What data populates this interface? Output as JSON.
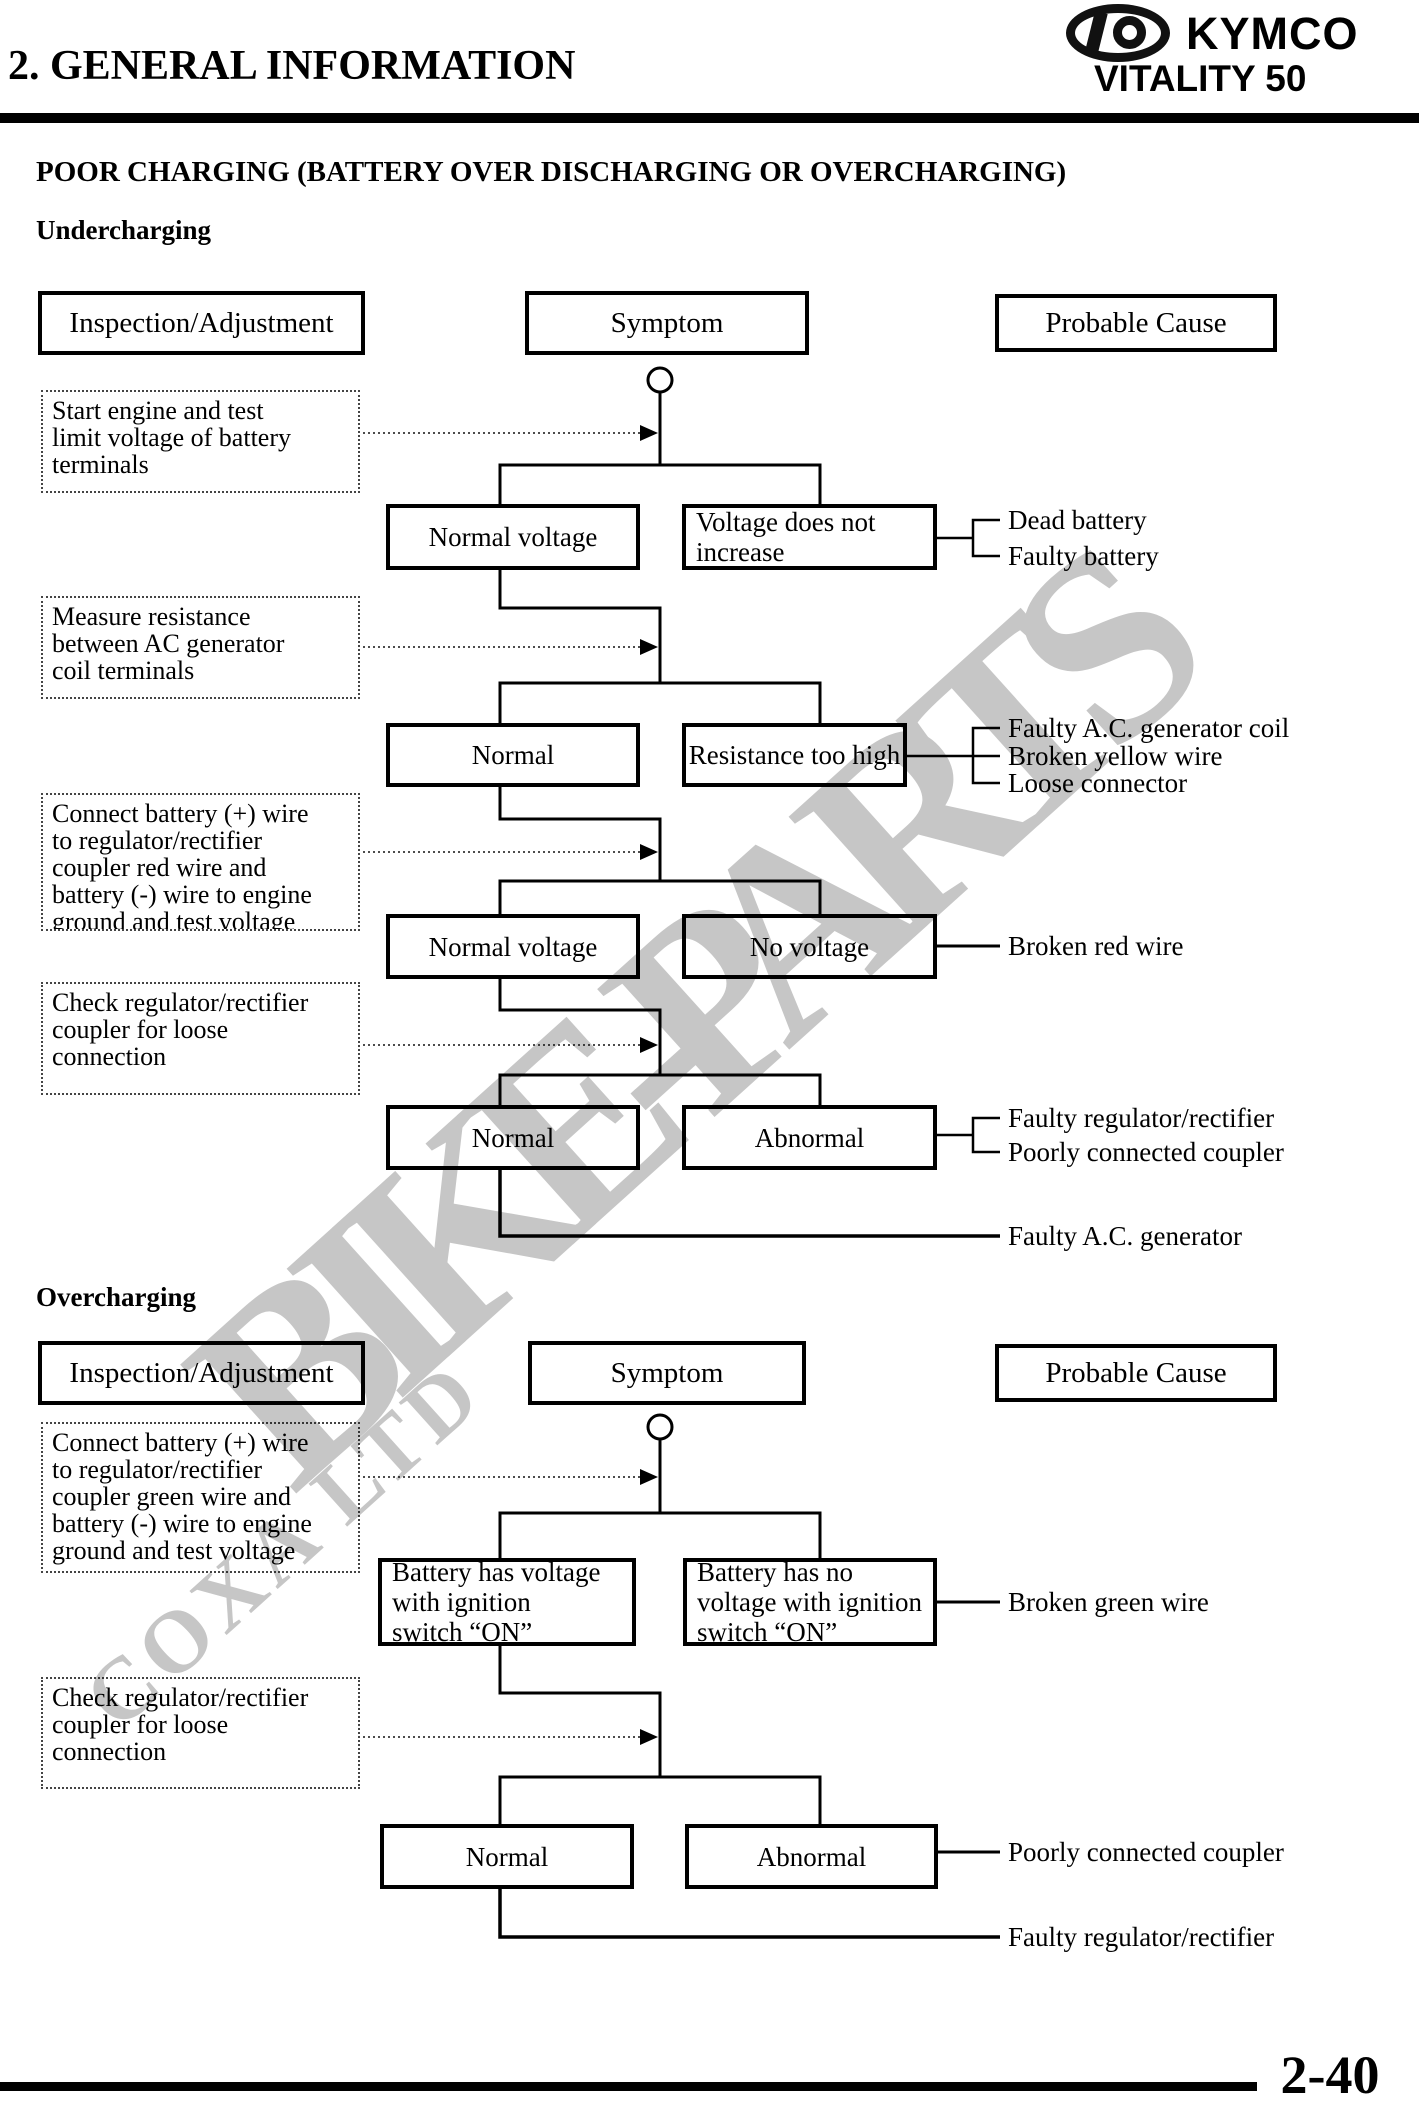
{
  "header": {
    "chapter": "2. GENERAL INFORMATION",
    "brand": "KYMCO",
    "model": "VITALITY 50"
  },
  "page": {
    "title": "POOR CHARGING (BATTERY OVER DISCHARGING OR OVERCHARGING)",
    "number": "2-40"
  },
  "watermark": {
    "primary": "BIKE-PARTS",
    "secondary": "COXA LTD"
  },
  "undercharging": {
    "heading": "Undercharging",
    "col_inspection": "Inspection/Adjustment",
    "col_symptom": "Symptom",
    "col_cause": "Probable Cause",
    "inspections": {
      "i1": "Start engine and test\nlimit voltage of battery\nterminals",
      "i2": "Measure resistance\nbetween AC generator\ncoil terminals",
      "i3": "Connect battery (+) wire\nto regulator/rectifier\ncoupler red wire and\nbattery (-) wire to engine\nground and test voltage",
      "i4": "Check regulator/rectifier\ncoupler for loose\nconnection"
    },
    "symptoms": {
      "s1l": "Normal voltage",
      "s1r": "Voltage does not\nincrease",
      "s2l": "Normal",
      "s2r": "Resistance too high",
      "s3l": "Normal voltage",
      "s3r": "No voltage",
      "s4l": "Normal",
      "s4r": "Abnormal"
    },
    "causes": {
      "c1a": "Dead battery",
      "c1b": "Faulty battery",
      "c2a": "Faulty A.C. generator coil",
      "c2b": "Broken yellow wire",
      "c2c": "Loose connector",
      "c3a": "Broken red wire",
      "c4a": "Faulty regulator/rectifier",
      "c4b": "Poorly connected coupler",
      "final": "Faulty A.C. generator"
    }
  },
  "overcharging": {
    "heading": "Overcharging",
    "col_inspection": "Inspection/Adjustment",
    "col_symptom": "Symptom",
    "col_cause": "Probable Cause",
    "inspections": {
      "i1": "Connect battery (+) wire\nto regulator/rectifier\ncoupler green wire and\nbattery (-) wire to engine\nground and test voltage",
      "i2": "Check regulator/rectifier\ncoupler for loose\nconnection"
    },
    "symptoms": {
      "s1l": "Battery has voltage\nwith ignition\nswitch “ON”",
      "s1r": "Battery has no\nvoltage with ignition\nswitch “ON”",
      "s2l": "Normal",
      "s2r": "Abnormal"
    },
    "causes": {
      "c1a": "Broken green wire",
      "c2a": "Poorly connected coupler",
      "final": "Faulty regulator/rectifier"
    }
  }
}
